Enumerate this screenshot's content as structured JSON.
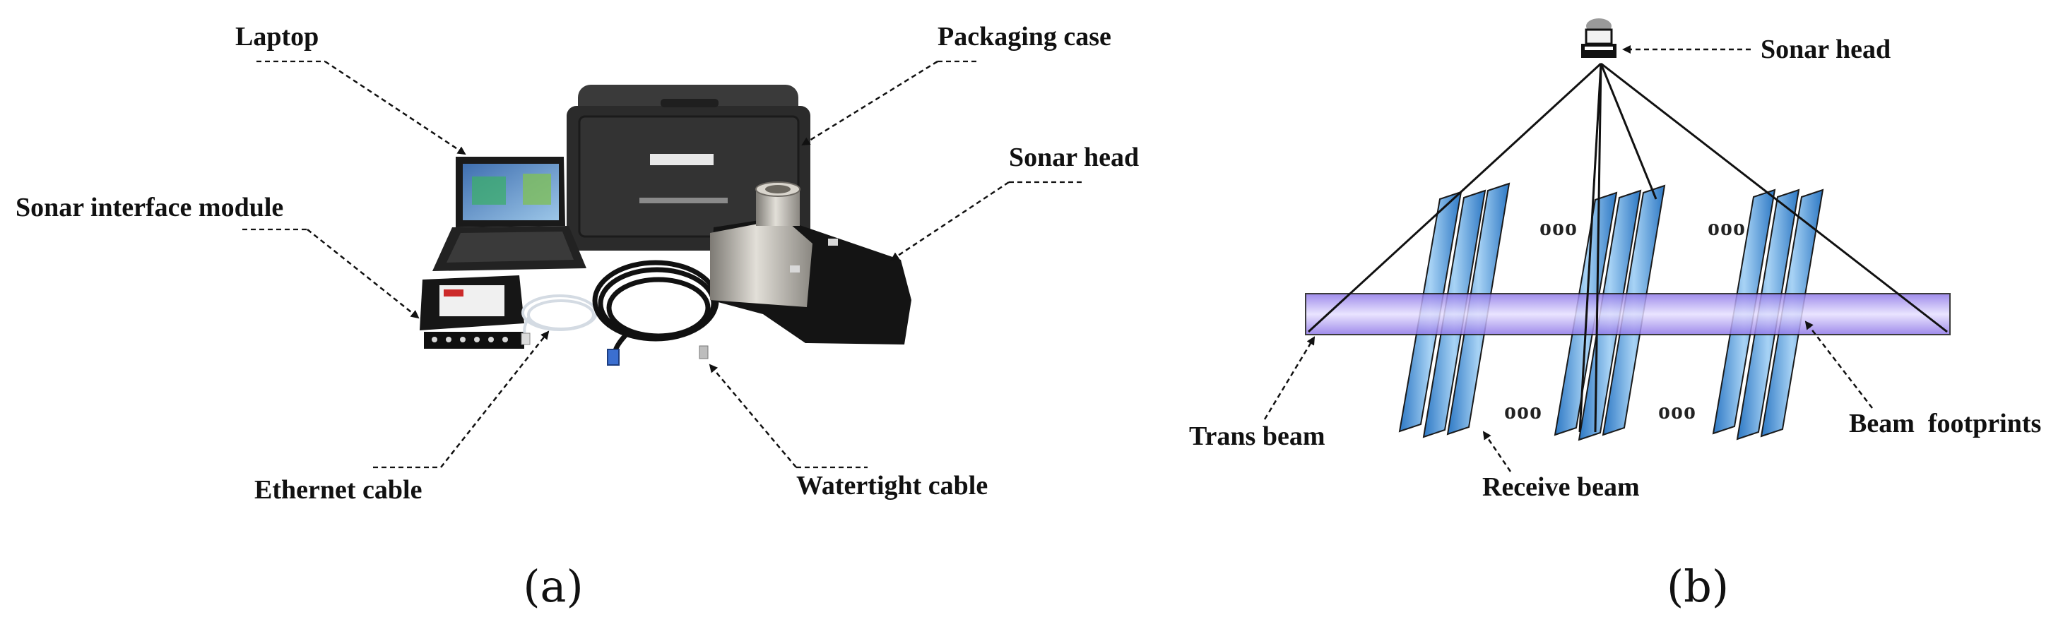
{
  "panel_a": {
    "labels": {
      "laptop": "Laptop",
      "packaging_case": "Packaging case",
      "sonar_head": "Sonar head",
      "sonar_interface_module": "Sonar interface module",
      "ethernet_cable": "Ethernet cable",
      "watertight_cable": "Watertight cable"
    },
    "caption": "(a)"
  },
  "panel_b": {
    "labels": {
      "sonar_head": "Sonar head",
      "trans_beam": "Trans beam",
      "receive_beam": "Receive beam",
      "beam_footprints": "Beam  footprints"
    },
    "ellipsis": "ooo",
    "caption": "(b)"
  },
  "colors": {
    "trans_beam_fill": "#b9a6f5",
    "receive_beam_fill": "#4f97d6",
    "line": "#111111",
    "case": "#2a2a2a",
    "steel": "#b8b4ac"
  }
}
